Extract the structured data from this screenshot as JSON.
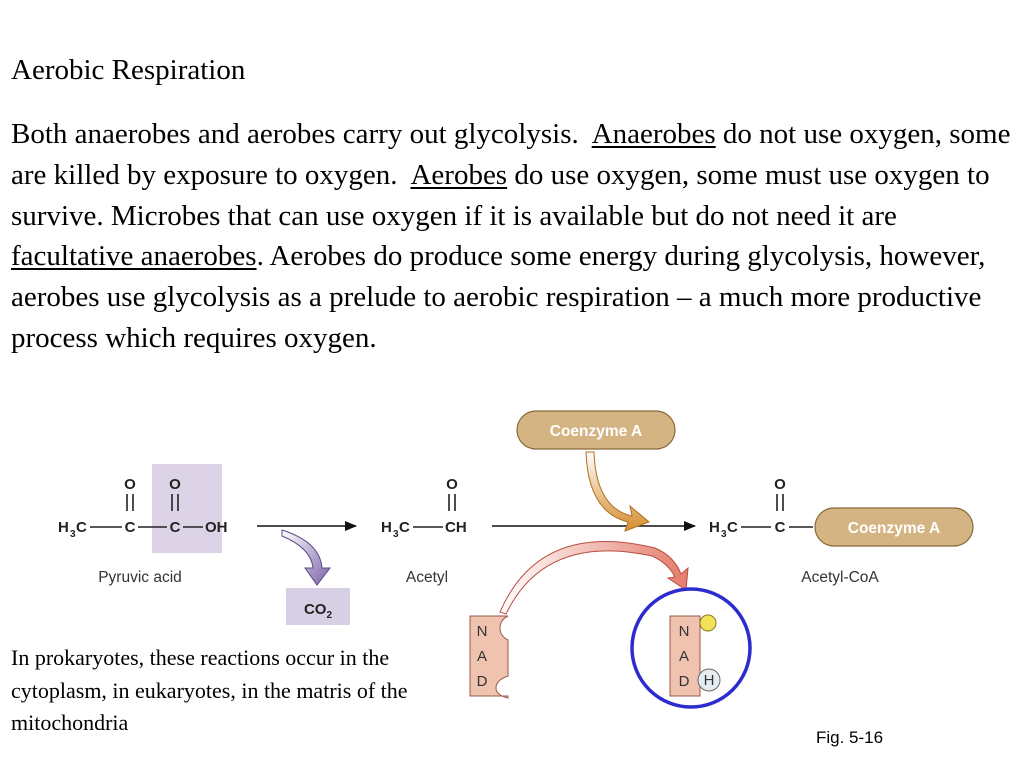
{
  "title": "Aerobic Respiration",
  "paragraph": {
    "s1": "Both anaerobes and aerobes carry out glycolysis.",
    "t1": "Anaerobes",
    "s2": "do not use oxygen, some are killed by exposure to oxygen.",
    "t2": "Aerobes",
    "s3": "do use oxygen, some must use oxygen to survive.  Microbes that can use oxygen if it is available but do not need it are",
    "t3": "facultative anaerobes",
    "s4": ".  Aerobes do produce some energy during glycolysis, however, aerobes use glycolysis as a prelude to aerobic respiration – a much more productive process which requires oxygen."
  },
  "diagram": {
    "coenzyme_a_top": "Coenzyme A",
    "coenzyme_a_attached": "Coenzyme A",
    "pyruvic_acid_label": "Pyruvic acid",
    "acetyl_label": "Acetyl",
    "acetyl_coa_label": "Acetyl-CoA",
    "co2": {
      "main": "CO",
      "sub": "2"
    },
    "nad_letters": [
      "N",
      "A",
      "D"
    ],
    "nadh_h": "H",
    "colors": {
      "coenzyme_pill": "#d5b483",
      "co2_box": "#d7cfe3",
      "highlight_box": "#dcd4e6",
      "nad_box": "#efc3b0",
      "circle": "#2b2bd0",
      "hydrogen_dot": "#f2e25a"
    }
  },
  "note": "In prokaryotes, these reactions occur in the cytoplasm, in eukaryotes, in the matris of the mitochondria",
  "figure_ref": "Fig. 5-16"
}
